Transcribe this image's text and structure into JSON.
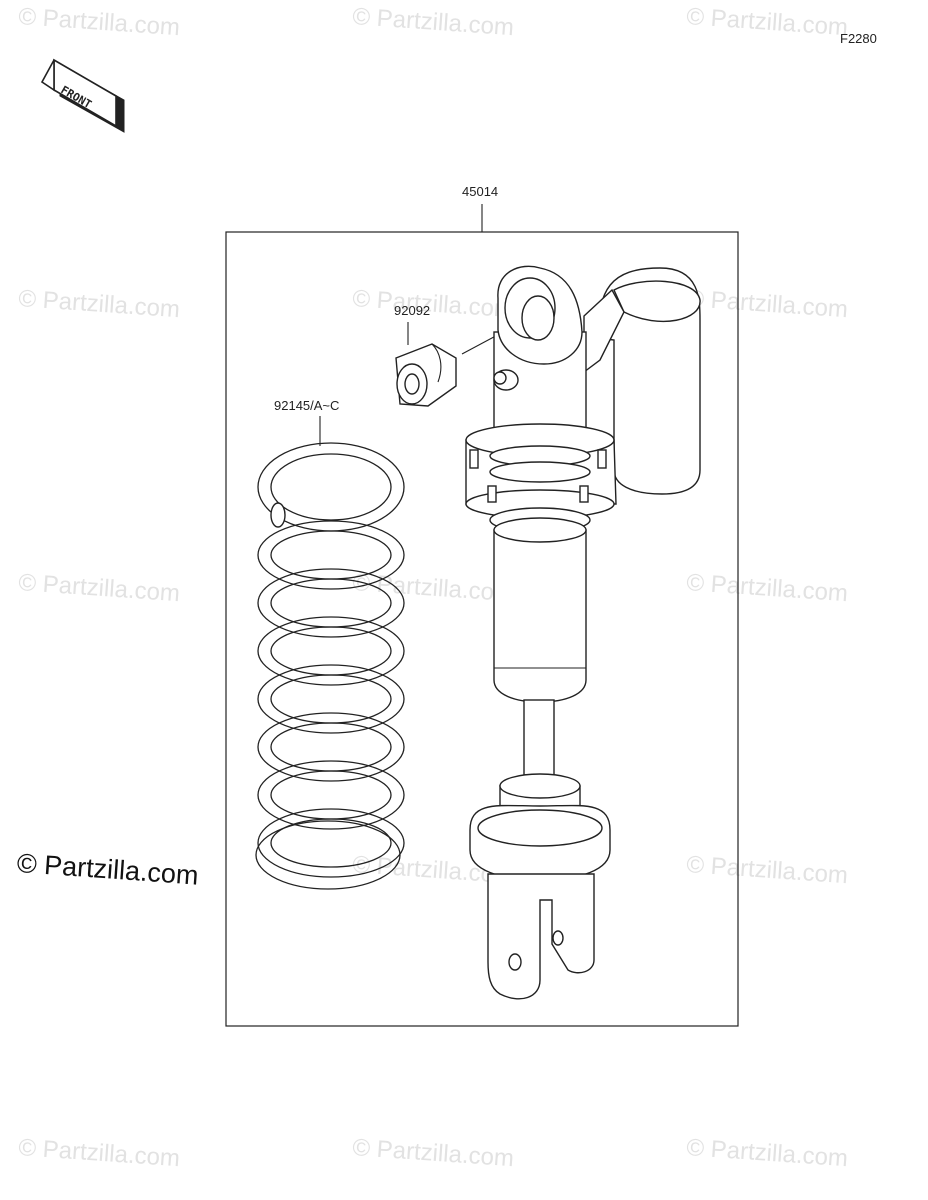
{
  "diagram": {
    "code": "F2280",
    "front_label": "FRONT",
    "watermark_text": "© Partzilla.com",
    "copyright_text": "© Partzilla.com",
    "parts": [
      {
        "number": "45014",
        "name": "shock-absorber-assembly"
      },
      {
        "number": "92092",
        "name": "collar"
      },
      {
        "number": "92145/A~C",
        "name": "spring"
      }
    ]
  }
}
